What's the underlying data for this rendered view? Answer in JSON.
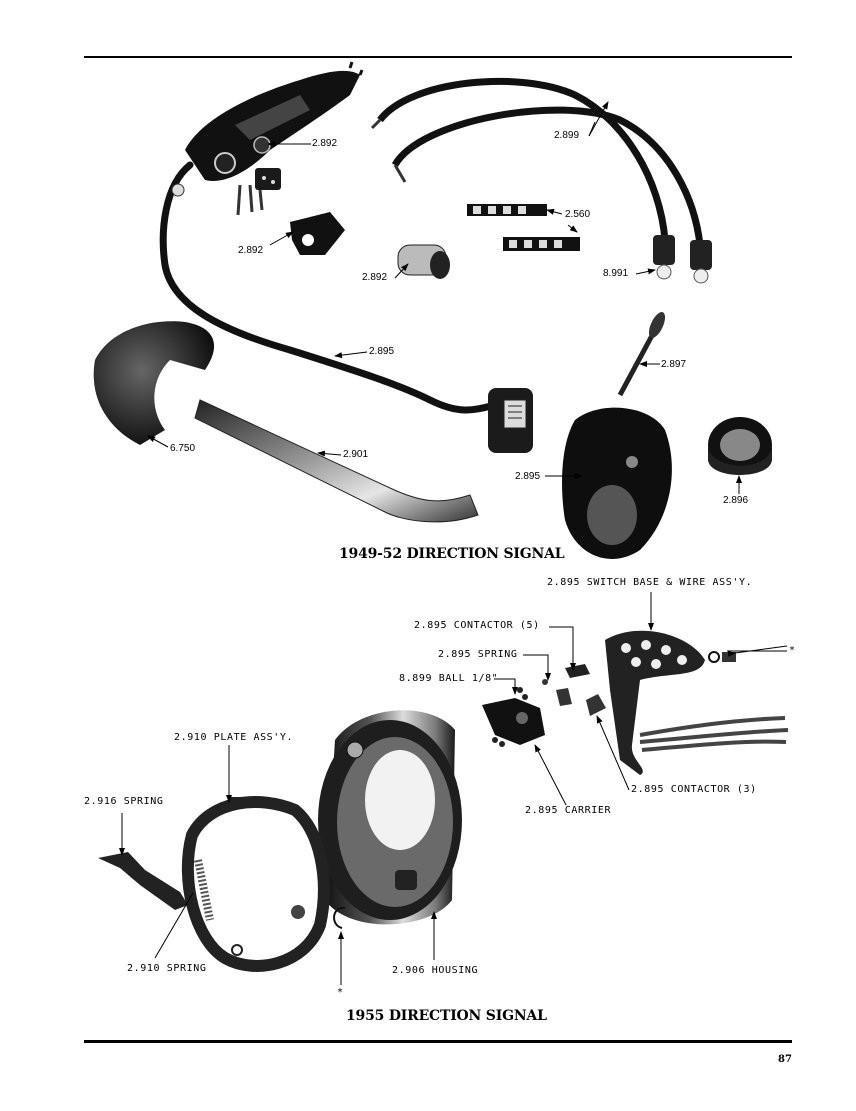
{
  "section_1949": {
    "caption": "1949-52 DIRECTION SIGNAL",
    "labels": {
      "l_2892a": "2.892",
      "l_2899": "2.899",
      "l_2560": "2.560",
      "l_2892b": "2.892",
      "l_2892c": "2.892",
      "l_8991": "8.991",
      "l_2895wire": "2.895",
      "l_2897": "2.897",
      "l_6750": "6.750",
      "l_2901": "2.901",
      "l_2895cover": "2.895",
      "l_2896": "2.896"
    }
  },
  "section_1955": {
    "caption": "1955 DIRECTION SIGNAL",
    "labels": {
      "switch_base": "2.895 SWITCH BASE & WIRE ASS'Y.",
      "contactor5": "2.895 CONTACTOR (5)",
      "spring2895": "2.895 SPRING",
      "ball": "8.899 BALL 1/8\"",
      "plate": "2.910 PLATE ASS'Y.",
      "spring2916": "2.916 SPRING",
      "carrier": "2.895 CARRIER",
      "contactor3": "2.895 CONTACTOR (3)",
      "spring2910": "2.910 SPRING",
      "housing": "2.906 HOUSING",
      "star1": "*",
      "star2": "*"
    }
  },
  "page_number": "87"
}
